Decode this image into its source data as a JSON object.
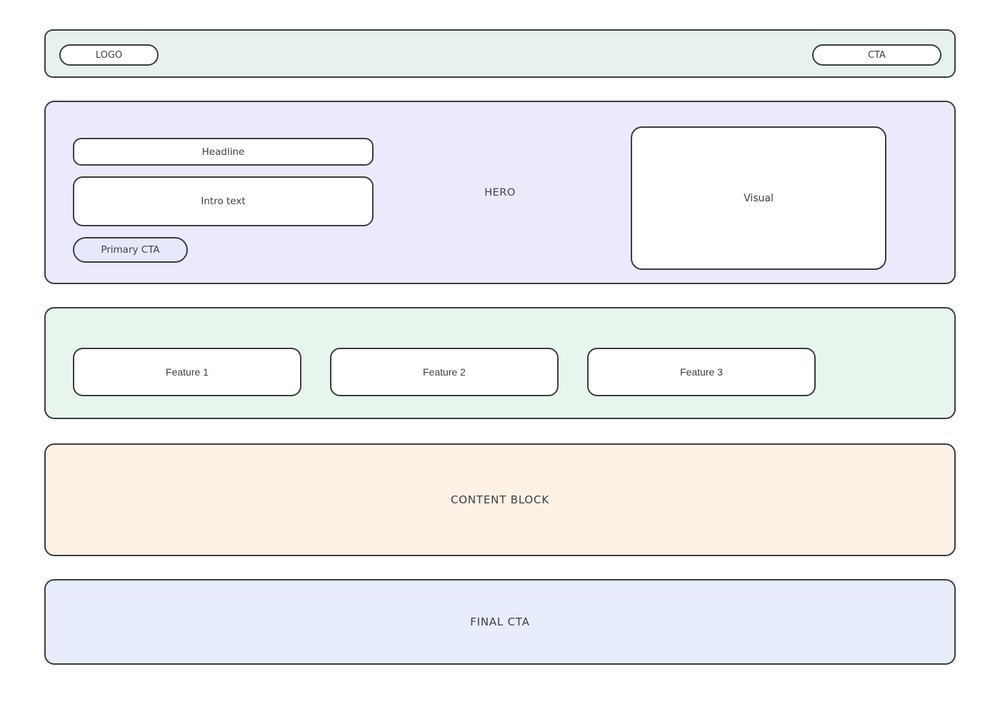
{
  "colors": {
    "page_bg": "#ffffff",
    "border": "#3b3f42",
    "text": "#3d4045",
    "topbar_bg": "#e7f1ef",
    "hero_bg": "#ebe9fc",
    "features_bg": "#e8f5ec",
    "content_block_bg": "#fdf1e6",
    "final_cta_bg": "#e8edfb",
    "primary_cta_bg": "#e6e9fb",
    "card_bg": "#ffffff"
  },
  "topbar": {
    "logo": "LOGO",
    "cta": "CTA"
  },
  "hero": {
    "label": "HERO",
    "headline": "Headline",
    "intro": "Intro text",
    "primary_cta": "Primary CTA",
    "visual": "Visual"
  },
  "features": {
    "items": [
      {
        "label": "Feature 1"
      },
      {
        "label": "Feature 2"
      },
      {
        "label": "Feature 3"
      }
    ]
  },
  "content_block": {
    "label": "CONTENT BLOCK"
  },
  "final_cta": {
    "label": "FINAL CTA"
  }
}
